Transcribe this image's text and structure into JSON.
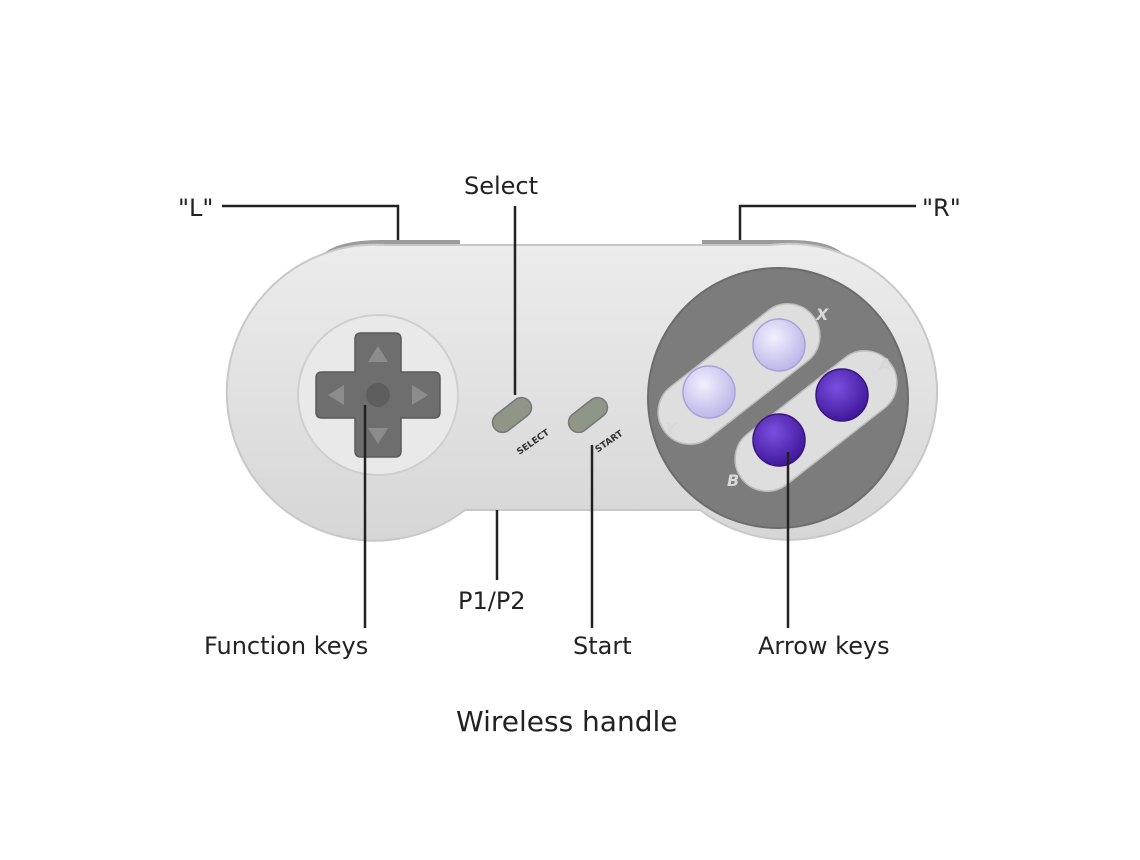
{
  "labels": {
    "l": "\"L\"",
    "r": "\"R\"",
    "select": "Select",
    "p1p2": "P1/P2",
    "start": "Start",
    "function_keys": "Function keys",
    "arrow_keys": "Arrow keys"
  },
  "caption": "Wireless handle",
  "controller": {
    "select_text": "SELECT",
    "start_text": "START",
    "face_letters": {
      "x": "X",
      "a": "A",
      "y": "Y",
      "b": "B"
    }
  },
  "colors": {
    "body": "#e3e3e3",
    "shoulder": "#9a9a9a",
    "dpad": "#6e6e6e",
    "face_plate": "#7a7a7a",
    "light_purple": "#cfcaf0",
    "dark_purple": "#5b2bbf",
    "leader": "#222222"
  }
}
